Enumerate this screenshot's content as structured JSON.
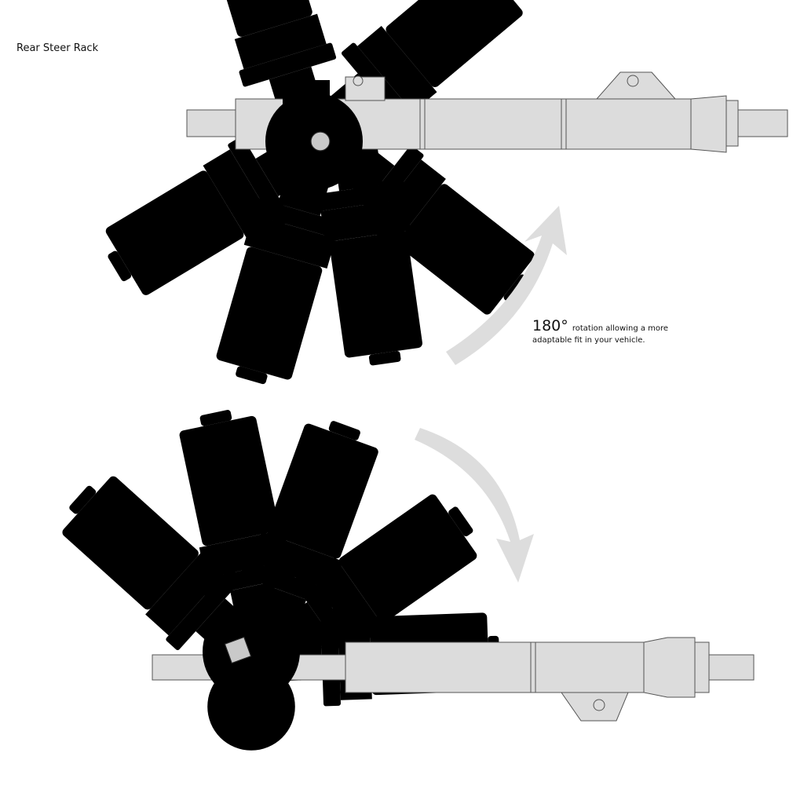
{
  "title": "Rear Steer Rack",
  "caption": {
    "degrees": "180°",
    "line1": "rotation allowing a more",
    "line2": "adaptable fit in your vehicle."
  },
  "colors": {
    "ghost_fill": "#ebebeb",
    "dark_fill": "#c9c9c9",
    "arrow": "#dddddd"
  }
}
